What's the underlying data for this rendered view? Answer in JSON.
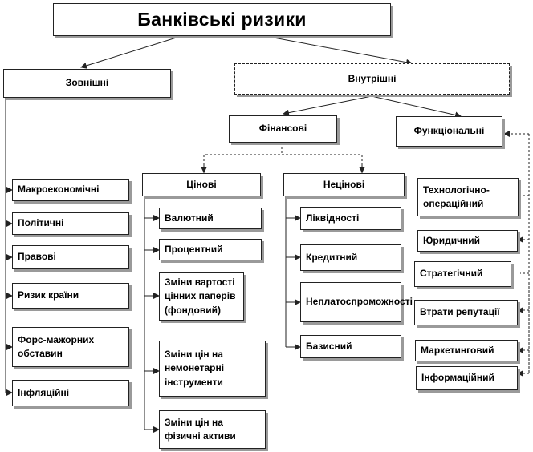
{
  "title": "Банківські ризики",
  "external": {
    "label": "Зовнішні",
    "items": [
      "Макроекономічні",
      "Політичні",
      "Правові",
      "Ризик країни",
      "Форс-мажорних обставин",
      "Інфляційні"
    ]
  },
  "internal": {
    "label": "Внутрішні",
    "financial": {
      "label": "Фінансові",
      "price": {
        "label": "Цінові",
        "items": [
          "Валютний",
          "Процентний",
          "Зміни вартості цінних паперів (фондовий)",
          "Зміни цін на немонетарні інструменти",
          "Зміни цін на фізичні активи"
        ]
      },
      "nonprice": {
        "label": "Нецінові",
        "items": [
          "Ліквідності",
          "Кредитний",
          "Неплатоспроможності",
          "Базисний"
        ]
      }
    },
    "functional": {
      "label": "Функціональні",
      "items": [
        "Технологічно-операційний",
        "Юридичний",
        "Стратегічний",
        "Втрати репутації",
        "Маркетинговий",
        "Інформаційний"
      ]
    }
  }
}
